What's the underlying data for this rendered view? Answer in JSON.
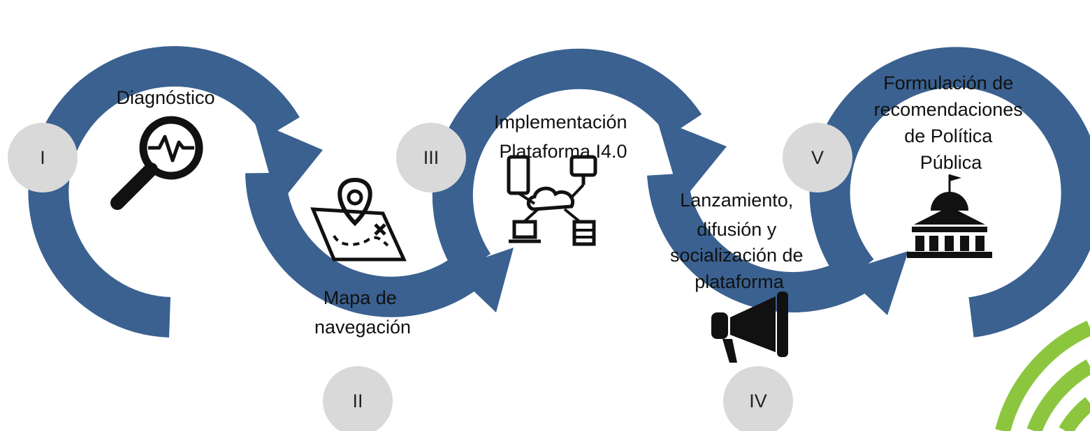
{
  "steps": [
    {
      "numeral": "I",
      "label_lines": [
        "Diagnóstico"
      ],
      "icon": "magnifier-pulse-icon"
    },
    {
      "numeral": "II",
      "label_lines": [
        "Mapa de",
        "navegación"
      ],
      "icon": "map-pin-icon"
    },
    {
      "numeral": "III",
      "label_lines": [
        "Implementación",
        "Plataforma I4.0"
      ],
      "icon": "cloud-network-icon"
    },
    {
      "numeral": "IV",
      "label_lines": [
        "Lanzamiento,",
        "difusión y",
        "socialización de",
        "plataforma"
      ],
      "icon": "megaphone-icon"
    },
    {
      "numeral": "V",
      "label_lines": [
        "Formulación de",
        "recomendaciones",
        "de Política",
        "Pública"
      ],
      "icon": "government-building-icon"
    }
  ],
  "colors": {
    "arrow": "#3a6190",
    "badge": "#d9d9d9",
    "accent": "#8cc63f"
  }
}
